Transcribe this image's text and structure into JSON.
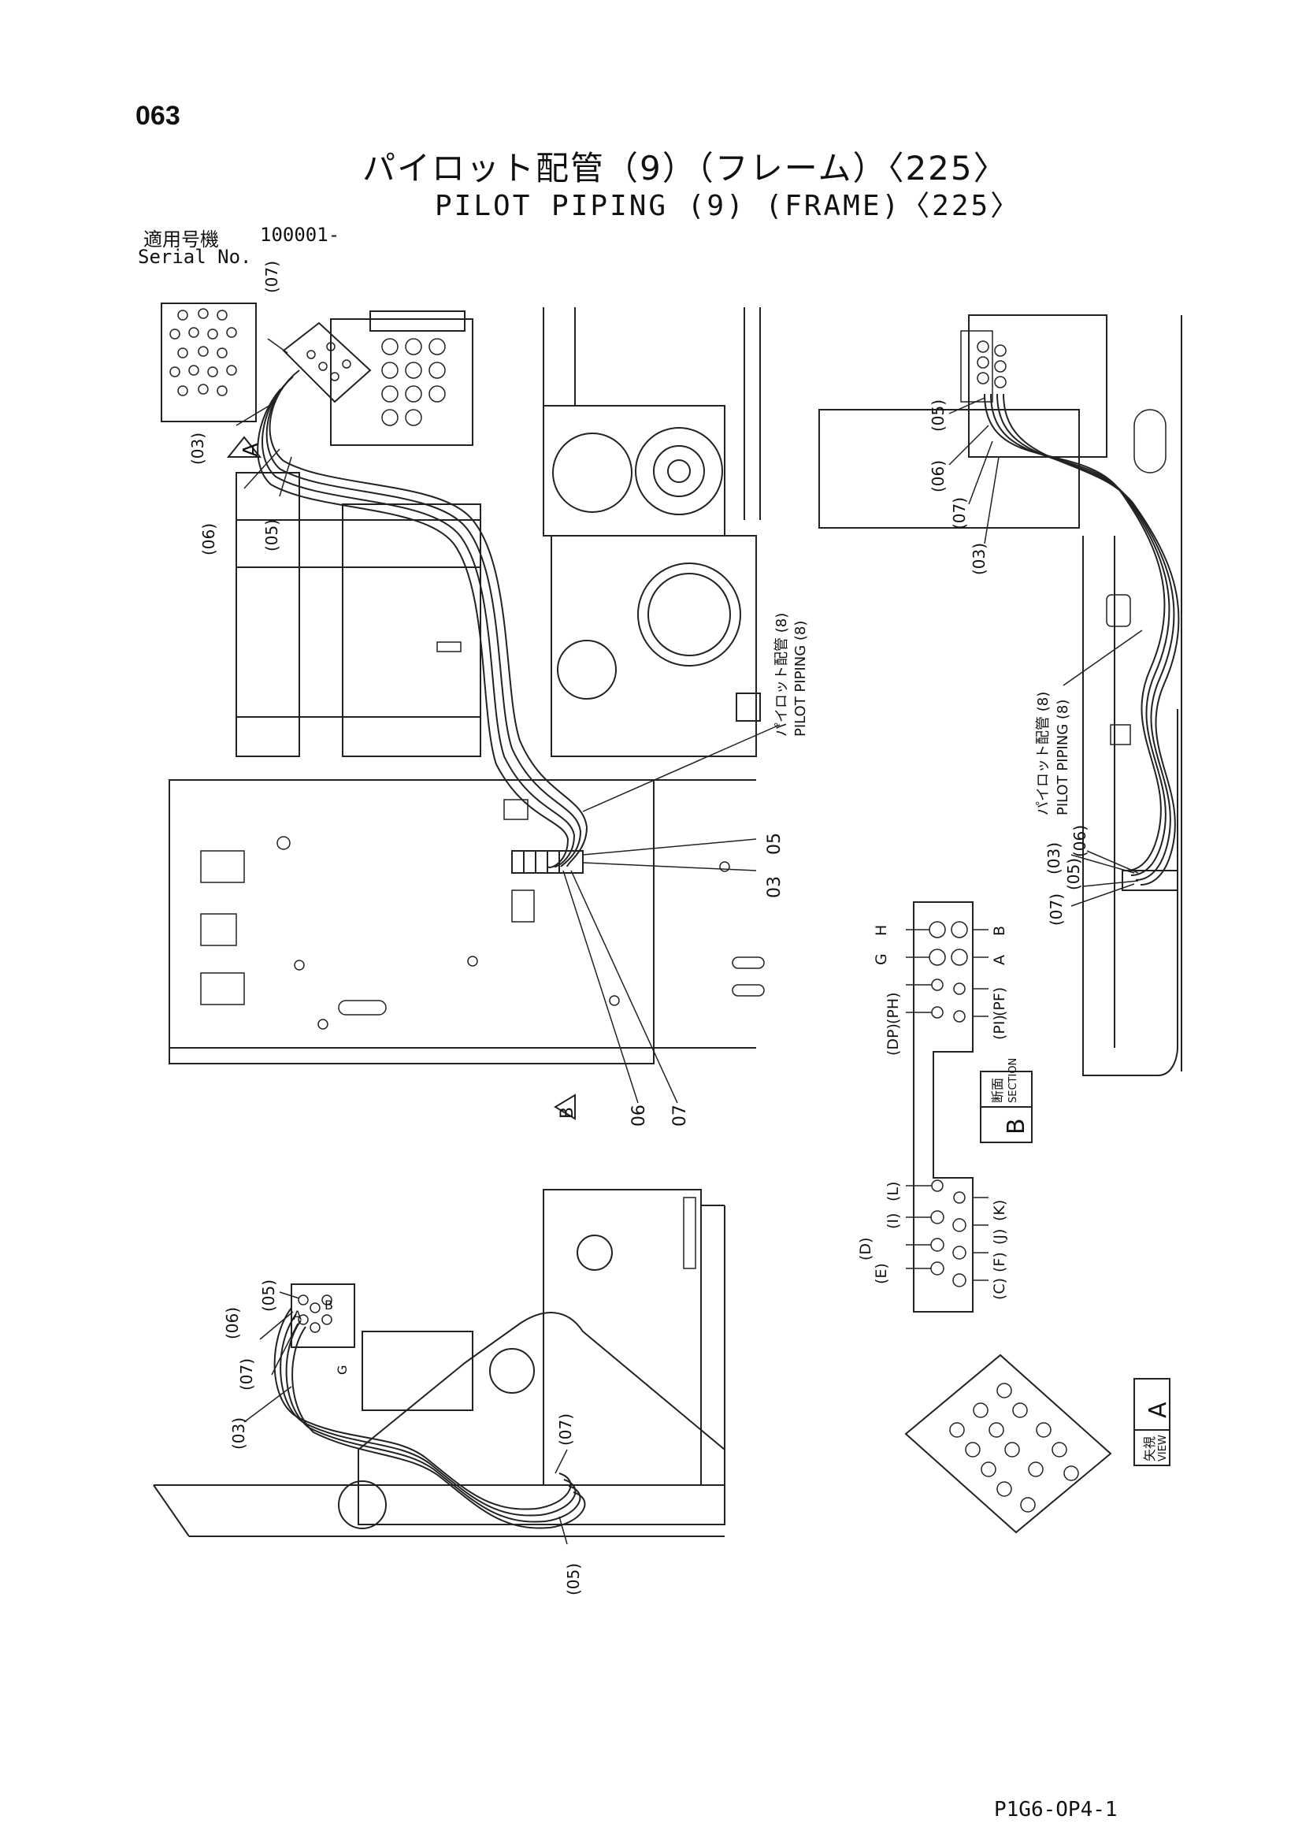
{
  "header": {
    "page_number": "063",
    "title_jp": "パイロット配管（9）（フレーム）〈225〉",
    "title_en": "PILOT PIPING (9) (FRAME)〈225〉",
    "serial_label_jp": "適用号機",
    "serial_label_en": "Serial No.",
    "serial_value": "100001-"
  },
  "footer": {
    "doc_code": "P1G6-OP4-1"
  },
  "callouts": {
    "c03": "(03)",
    "c05": "(05)",
    "c06": "(06)",
    "c07": "(07)",
    "n03": "03",
    "n05": "05",
    "n06": "06",
    "n07": "07",
    "pilot_jp": "パイロット配管 (8)",
    "pilot_en": "PILOT PIPING (8)"
  },
  "port_labels": {
    "H": "H",
    "G": "G",
    "B": "B",
    "A": "A",
    "PH": "(PH)",
    "DP": "(DP)",
    "PF": "(PF)",
    "PI": "(PI)",
    "L": "(L)",
    "I": "(I)",
    "D": "(D)",
    "E": "(E)",
    "K": "(K)",
    "J": "(J)",
    "F": "(F)",
    "C": "(C)"
  },
  "view_markers": {
    "a": "A",
    "b": "B",
    "section_jp": "断面",
    "section_en": "SECTION",
    "section_letter": "B",
    "view_jp": "矢視",
    "view_en": "VIEW",
    "view_letter": "A"
  }
}
